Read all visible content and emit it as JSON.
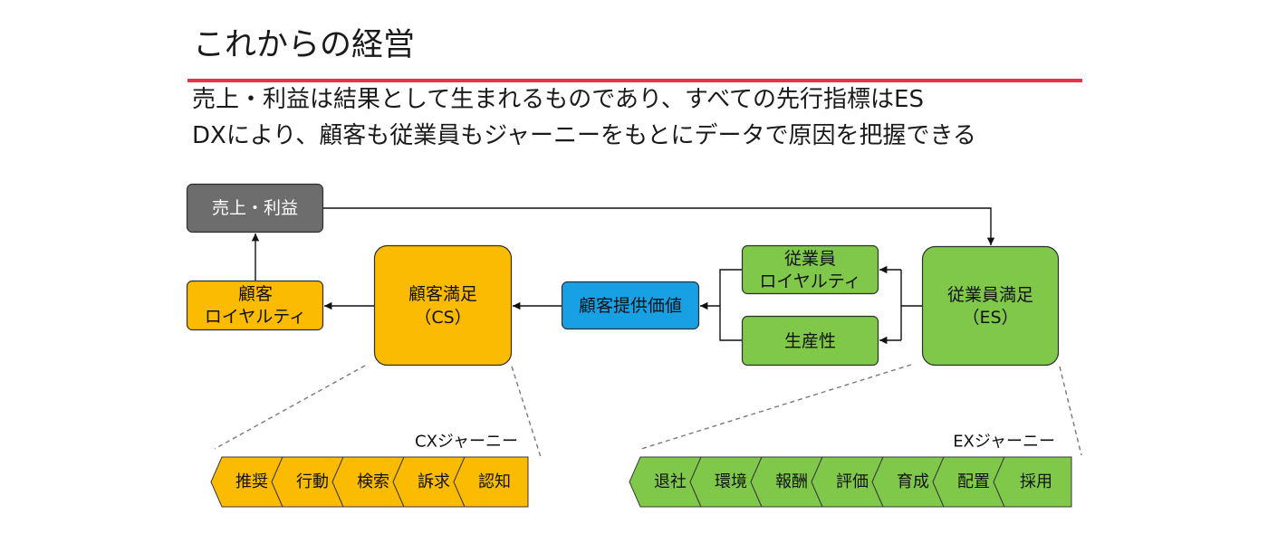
{
  "title": "これからの経営",
  "subtitle": [
    "売上・利益は結果として生まれるものであり、すべての先行指標はES",
    "DXにより、顧客も従業員もジャーニーをもとにデータで原因を把握できる"
  ],
  "nodes": {
    "sales_profit": {
      "lines": [
        "売上・利益"
      ]
    },
    "customer_loyalty": {
      "lines": [
        "顧客",
        "ロイヤルティ"
      ]
    },
    "customer_satisfaction": {
      "lines": [
        "顧客満足",
        "（CS）"
      ]
    },
    "customer_value": {
      "lines": [
        "顧客提供価値"
      ]
    },
    "employee_loyalty": {
      "lines": [
        "従業員",
        "ロイヤルティ"
      ]
    },
    "productivity": {
      "lines": [
        "生産性"
      ]
    },
    "employee_satisfaction": {
      "lines": [
        "従業員満足",
        "（ES）"
      ]
    }
  },
  "cx_journey": {
    "label": "CXジャーニー",
    "steps": [
      "推奨",
      "行動",
      "検索",
      "訴求",
      "認知"
    ]
  },
  "ex_journey": {
    "label": "EXジャーニー",
    "steps": [
      "退社",
      "環境",
      "報酬",
      "評価",
      "育成",
      "配置",
      "採用"
    ]
  },
  "colors": {
    "rule": "#ec2f4b",
    "outcome": "#6d6d6d",
    "customer": "#fbbb00",
    "value": "#17a0e3",
    "employee": "#7fc84a"
  }
}
